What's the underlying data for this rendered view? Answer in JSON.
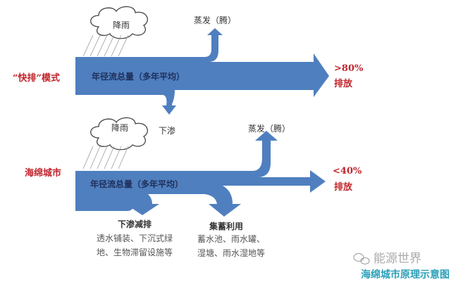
{
  "colors": {
    "arrow": "#4f7fbf",
    "accent_red": "#c0262d",
    "watermark": "#2a9fb8"
  },
  "top": {
    "mode_label": "“快排”模式",
    "rain": "降雨",
    "flow": "年径流总量（多年平均）",
    "evaporation": "蒸发（腾）",
    "infiltration": "下渗",
    "discharge_pct": ">80%",
    "discharge": "排放"
  },
  "bottom": {
    "mode_label": "海绵城市",
    "rain": "降雨",
    "flow": "年径流总量（多年平均）",
    "evaporation": "蒸发（腾）",
    "discharge_pct": "<40%",
    "discharge": "排放",
    "infiltration_title": "下渗减排",
    "infiltration_lines": [
      "透水铺装、下沉式绿",
      "地、生物滞留设施等"
    ],
    "storage_title": "集蓄利用",
    "storage_lines": [
      "蓄水池、雨水罐、",
      "湿塘、雨水湿地等"
    ]
  },
  "watermark": {
    "brand": "能源世界",
    "caption": "海绵城市原理示意图"
  }
}
